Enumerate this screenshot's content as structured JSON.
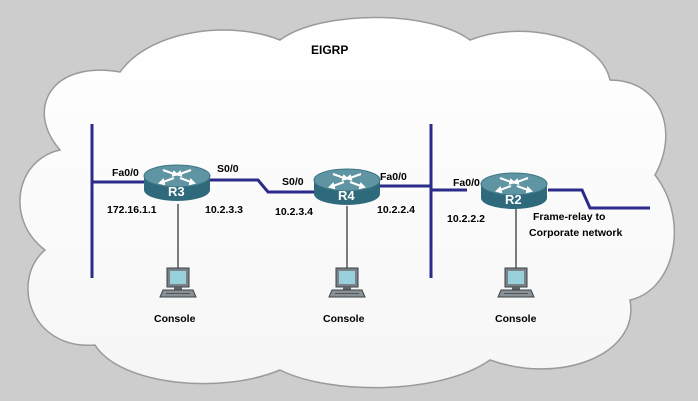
{
  "title": "EIGRP",
  "colors": {
    "background": "#cdcdcd",
    "cloud": "#ffffff",
    "cloud_outline": "#9a9a9a",
    "link": "#2b2b8a",
    "router_top": "#5f94a3",
    "router_side": "#2f6a7c",
    "router_label": "#ffffff"
  },
  "routers": [
    {
      "id": "r3",
      "name": "R3"
    },
    {
      "id": "r4",
      "name": "R4"
    },
    {
      "id": "r2",
      "name": "R2"
    }
  ],
  "labels": {
    "r3_fa": "Fa0/0",
    "r3_fa_ip": "172.16.1.1",
    "r3_s": "S0/0",
    "r3_s_ip": "10.2.3.3",
    "r4_s": "S0/0",
    "r4_s_ip": "10.2.3.4",
    "r4_fa": "Fa0/0",
    "r4_fa_ip": "10.2.2.4",
    "r2_fa": "Fa0/0",
    "r2_fa_ip": "10.2.2.2",
    "r2_wan_line1": "Frame-relay to",
    "r2_wan_line2": "Corporate network"
  },
  "consoles": [
    {
      "label": "Console"
    },
    {
      "label": "Console"
    },
    {
      "label": "Console"
    }
  ],
  "icons": {
    "router": "router-icon",
    "console": "console-pc-icon"
  }
}
